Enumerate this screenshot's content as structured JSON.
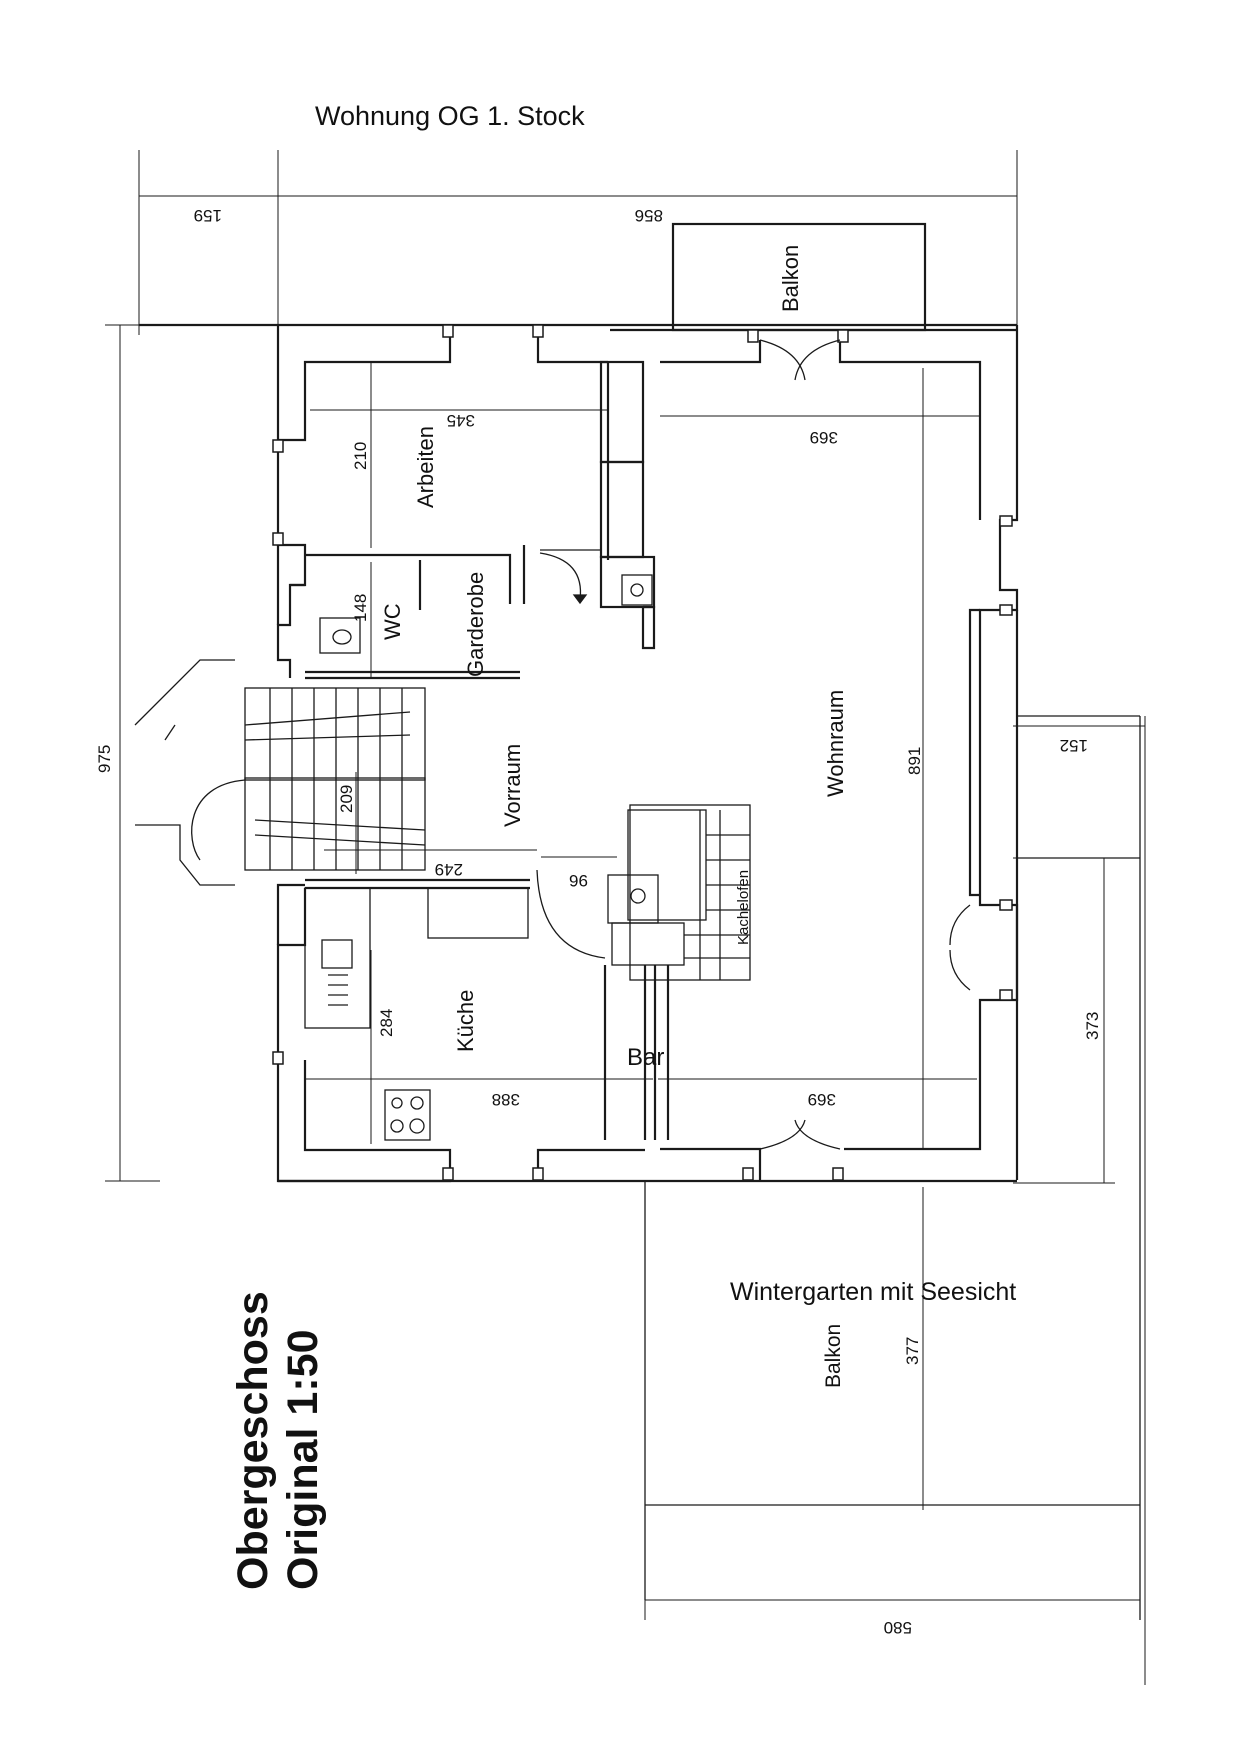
{
  "header": {
    "title": "Wohnung OG 1. Stock"
  },
  "stamp": {
    "line1": "Obergeschoss",
    "line2": "Original 1:50"
  },
  "rooms": {
    "balkon_top": "Balkon",
    "arbeiten": "Arbeiten",
    "wc": "WC",
    "garderobe": "Garderobe",
    "vorraum": "Vorraum",
    "wohnraum": "Wohnraum",
    "kachelofen": "Kachelofen",
    "kueche": "Küche",
    "bar": "Bar",
    "wintergarten": "Wintergarten mit Seesicht",
    "balkon_bottom": "Balkon"
  },
  "dimensions": {
    "d159": "159",
    "d856": "856",
    "d975": "975",
    "d345": "345",
    "d210": "210",
    "d369_top": "369",
    "d148": "148",
    "d891": "891",
    "d152": "152",
    "d209": "209",
    "d249": "249",
    "d96": "96",
    "d284": "284",
    "d388": "388",
    "d369_bottom": "369",
    "d373": "373",
    "d377": "377",
    "d580": "580"
  }
}
